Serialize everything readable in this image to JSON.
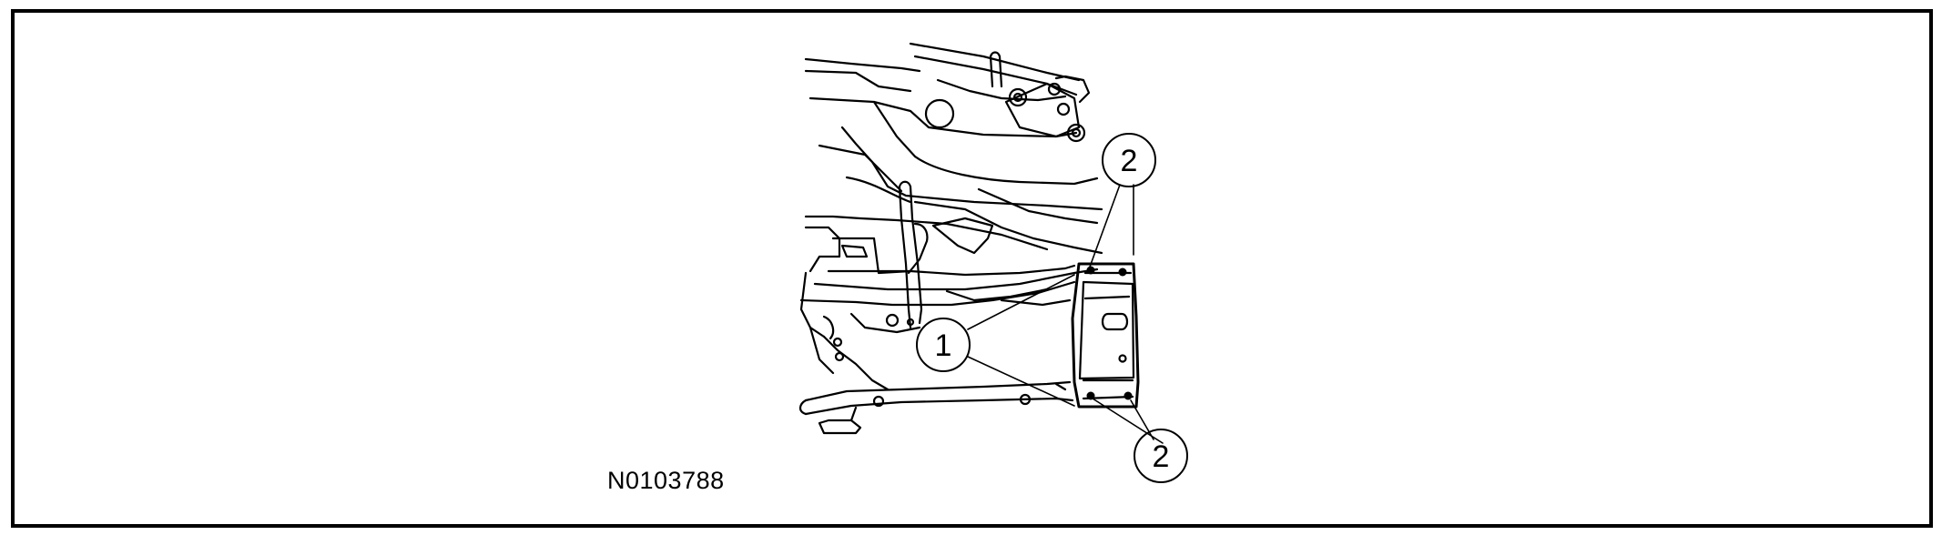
{
  "figure": {
    "id_label": "N0103788",
    "callouts": [
      {
        "key": "callout-1",
        "label": "1"
      },
      {
        "key": "callout-2-top",
        "label": "2"
      },
      {
        "key": "callout-2-bottom",
        "label": "2"
      }
    ]
  },
  "colors": {
    "line": "#000000",
    "background": "#ffffff"
  }
}
